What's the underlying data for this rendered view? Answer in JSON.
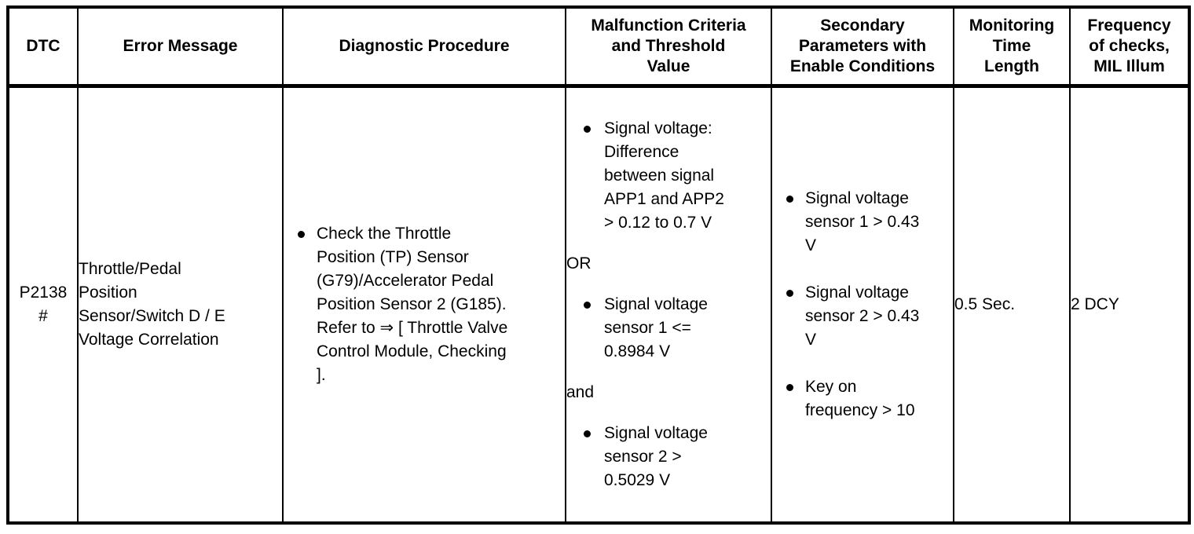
{
  "table": {
    "columns": [
      {
        "id": "dtc",
        "header": "DTC"
      },
      {
        "id": "msg",
        "header": "Error Message"
      },
      {
        "id": "proc",
        "header": "Diagnostic Procedure"
      },
      {
        "id": "crit",
        "header_lines": [
          "Malfunction Criteria",
          "and Threshold",
          "Value"
        ]
      },
      {
        "id": "sec",
        "header_lines": [
          "Secondary",
          "Parameters with",
          "Enable Conditions"
        ]
      },
      {
        "id": "mon",
        "header_lines": [
          "Monitoring",
          "Time",
          "Length"
        ]
      },
      {
        "id": "freq",
        "header_lines": [
          "Frequency",
          "of checks,",
          "MIL Illum"
        ]
      }
    ],
    "header": {
      "dtc": "DTC",
      "msg": "Error Message",
      "proc": "Diagnostic Procedure",
      "crit_l1": "Malfunction Criteria",
      "crit_l2": "and Threshold",
      "crit_l3": "Value",
      "sec_l1": "Secondary",
      "sec_l2": "Parameters with",
      "sec_l3": "Enable Conditions",
      "mon_l1": "Monitoring",
      "mon_l2": "Time",
      "mon_l3": "Length",
      "freq_l1": "Frequency",
      "freq_l2": "of checks,",
      "freq_l3": "MIL Illum"
    },
    "row": {
      "dtc": {
        "code": "P2138",
        "mark": "#"
      },
      "error_message": {
        "lines": [
          "Throttle/Pedal",
          "Position",
          "Sensor/Switch D / E",
          "Voltage Correlation"
        ],
        "l1": "Throttle/Pedal",
        "l2": "Position",
        "l3": "Sensor/Switch D / E",
        "l4": "Voltage Correlation"
      },
      "diagnostic_procedure": {
        "bullets": [
          {
            "lines": [
              "Check the Throttle",
              "Position (TP) Sensor",
              "(G79)/Accelerator Pedal",
              "Position Sensor 2 (G185).",
              "Refer to ⇒ [ Throttle Valve",
              "Control Module, Checking",
              "]."
            ],
            "l1": "Check the Throttle",
            "l2": "Position (TP) Sensor",
            "l3": "(G79)/Accelerator Pedal",
            "l4": "Position Sensor 2 (G185).",
            "l5": "Refer to ⇒ [ Throttle Valve",
            "l6": "Control Module, Checking",
            "l7": "]."
          }
        ]
      },
      "malfunction_criteria": {
        "bullet1": {
          "l1": "Signal voltage:",
          "l2": "Difference",
          "l3": "between signal",
          "l4": "APP1 and APP2",
          "l5": "> 0.12 to 0.7 V"
        },
        "connector1": "OR",
        "bullet2": {
          "l1": "Signal voltage",
          "l2": "sensor 1 <=",
          "l3": "0.8984 V"
        },
        "connector2": "and",
        "bullet3": {
          "l1": "Signal voltage",
          "l2": "sensor 2 >",
          "l3": "0.5029 V"
        }
      },
      "secondary_parameters": {
        "bullet1": {
          "l1": "Signal voltage",
          "l2": "sensor 1 > 0.43",
          "l3": "V"
        },
        "bullet2": {
          "l1": "Signal voltage",
          "l2": "sensor 2 > 0.43",
          "l3": "V"
        },
        "bullet3": {
          "l1": "Key on",
          "l2": "frequency > 10"
        }
      },
      "monitoring_time_length": "0.5 Sec.",
      "frequency_of_checks": "2 DCY"
    }
  },
  "colors": {
    "border": "#000000",
    "text": "#000000",
    "background": "#ffffff"
  }
}
